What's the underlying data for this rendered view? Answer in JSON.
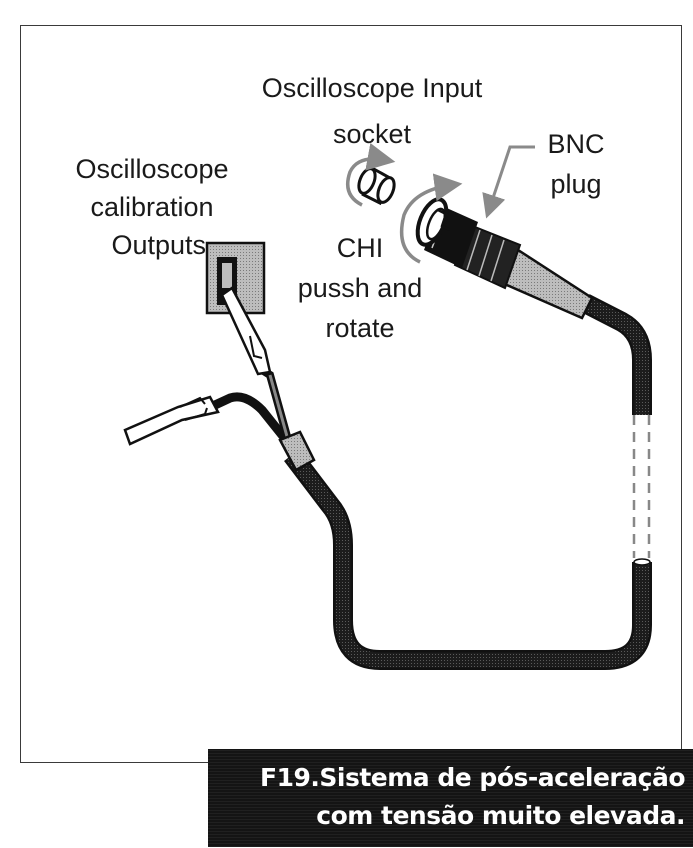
{
  "figure": {
    "labels": {
      "input_socket": [
        "Oscilloscope Input",
        "socket"
      ],
      "bnc_plug": [
        "BNC",
        "plug"
      ],
      "calibration": [
        "Oscilloscope",
        "calibration",
        "Outputs"
      ],
      "channel": [
        "CHI",
        "pussh and",
        "rotate"
      ]
    },
    "caption": {
      "line1": "F19.Sistema de pós-aceleração",
      "line2": "com tensão muito elevada."
    },
    "colors": {
      "line": "#111111",
      "cable": "#1c1c1c",
      "arrow_gray": "#8a8a8a",
      "box_fill": "#b5b5b5",
      "caption_bg": "#141414",
      "caption_text": "#ffffff"
    }
  }
}
